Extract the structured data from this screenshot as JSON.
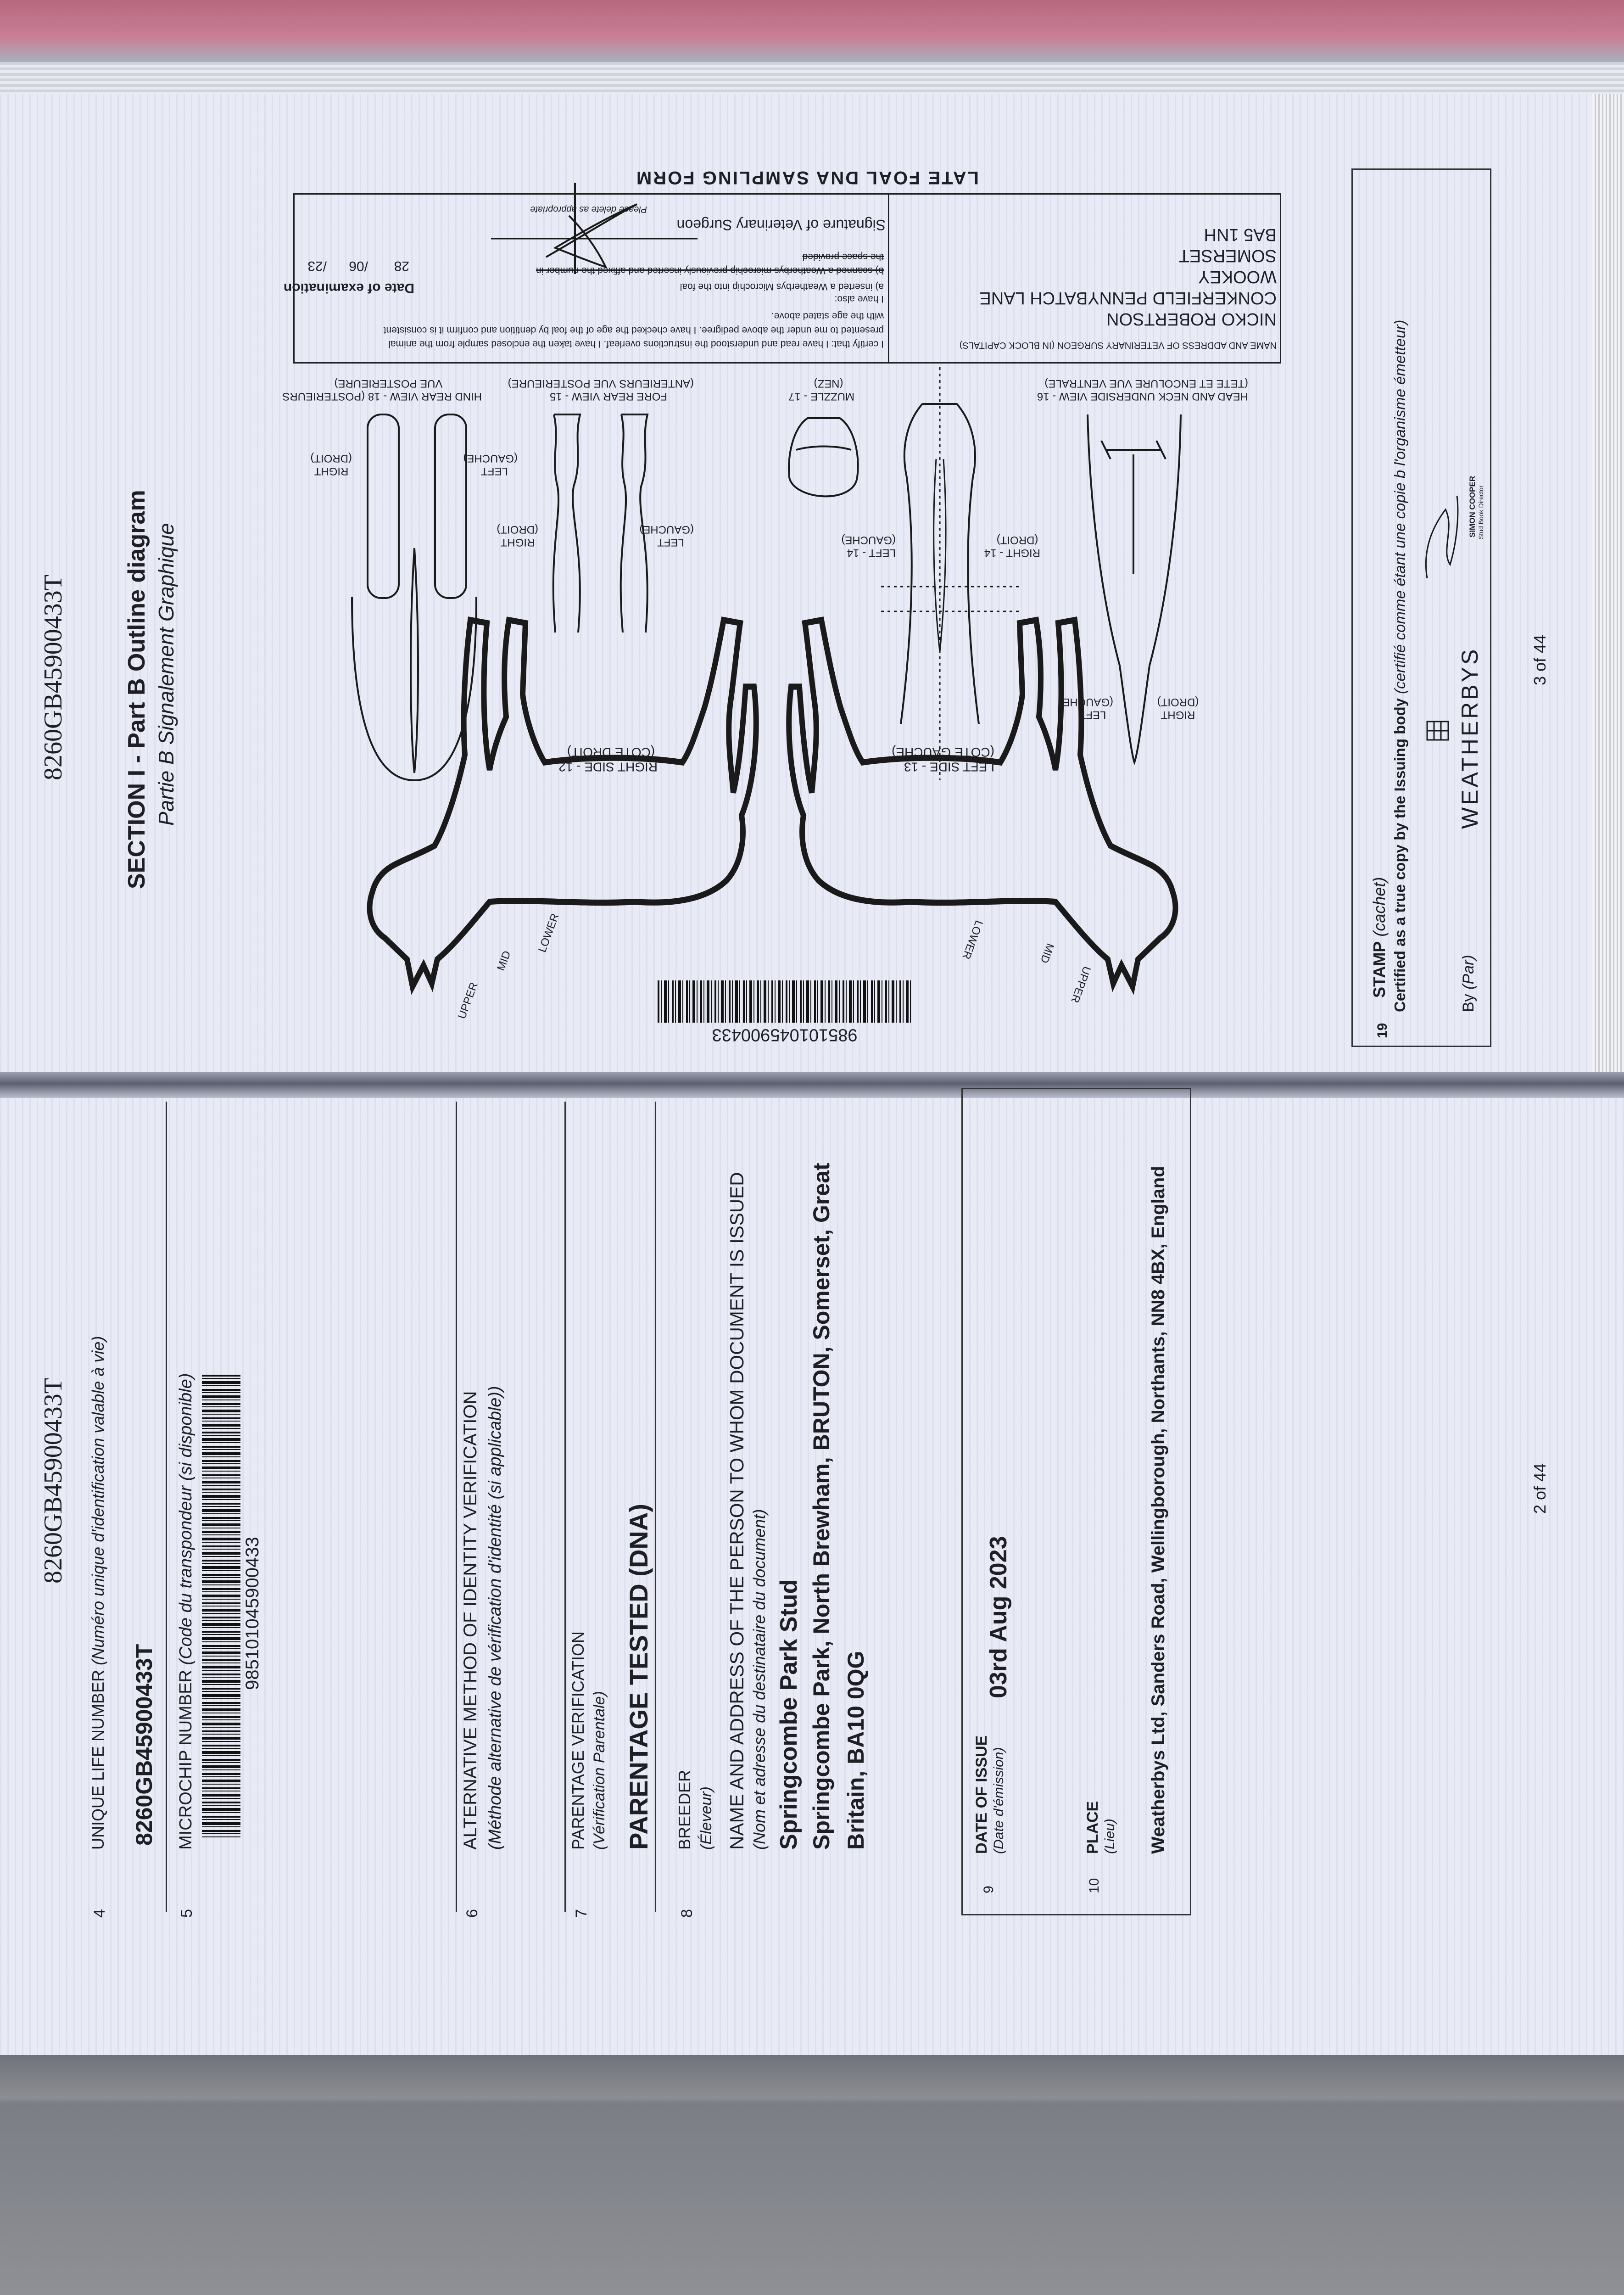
{
  "right_page": {
    "header_id": "8260GB45900433T",
    "section_title": "SECTION I - Part B Outline diagram",
    "section_subtitle": "Partie B Signalement Graphique",
    "vet_form": {
      "title": "LATE FOAL DNA SAMPLING FORM",
      "address_label": "NAME AND ADDRESS OF VETERINARY SURGEON (IN BLOCK CAPITALS)",
      "address_lines": [
        "NICKO ROBERTSON",
        "CONKERFIELD PENNYBATCH LANE",
        "WOOKEY",
        "SOMERSET",
        "BA5 1NH"
      ],
      "certify_lines": [
        "I certify that: I have read and understood the instructions overleaf. I have taken the enclosed sample from the animal",
        "presented to me under the above pedigree. I have checked the age of the foal by dentition and confirm it is consistent",
        "with the age stated above."
      ],
      "also_label": "I have also:",
      "option_a": "a) inserted a Weatherbys Microchip into the foal",
      "option_b": "b) scanned a Weatherbys microchip previously inserted and affixed the number in",
      "option_b_cont": "the space provided",
      "delete_note": "Please delete as appropriate",
      "signature_label": "Signature of Veterinary Surgeon",
      "date_label": "Date of examination",
      "date_day": "28",
      "date_month": "/06",
      "date_year": "/23"
    },
    "diagram_labels": {
      "hind_rear_1": "HIND REAR VIEW - 18 (POSTERIEURS",
      "hind_rear_2": "VUE POSTERIEURE)",
      "fore_rear_1": "FORE REAR VIEW - 15",
      "fore_rear_2": "(ANTERIEURS VUE POSTERIEURE)",
      "muzzle_1": "MUZZLE - 17",
      "muzzle_2": "(NEZ)",
      "head_neck_1": "HEAD AND NECK UNDERSIDE VIEW - 16",
      "head_neck_2": "(TETE ET ENCOLURE VUE VENTRALE)",
      "right": "RIGHT",
      "droit": "(DROIT)",
      "left": "LEFT",
      "gauche": "(GAUCHE)",
      "left_14": "LEFT - 14",
      "right_14": "RIGHT - 14",
      "right_side_1": "RIGHT SIDE - 12",
      "right_side_2": "(COTE DROIT)",
      "left_side_1": "LEFT SIDE - 13",
      "left_side_2": "(COTE GAUCHE)",
      "upper": "UPPER",
      "mid": "MID",
      "lower": "LOWER"
    },
    "barcode_value": "985101045900433",
    "stamp": {
      "num": "19",
      "label": "STAMP",
      "label_fr": "(cachet)",
      "certified": "Certified as a true copy by the Issuing body",
      "certified_fr": "(certifié comme étant une copie b l'organisme émetteur)",
      "by_label": "By",
      "by_fr": "(Par)",
      "logo_text": "WEATHERBYS",
      "signatory_name": "SIMON COOPER",
      "signatory_title": "Stud Book Director"
    },
    "page_number": "3 of 44"
  },
  "left_page": {
    "header_id": "8260GB45900433T",
    "item4": {
      "num": "4",
      "label": "UNIQUE LIFE NUMBER",
      "label_fr": "(Numéro unique d'identification valable à vie)",
      "value": "8260GB45900433T"
    },
    "item5": {
      "num": "5",
      "label": "MICROCHIP NUMBER",
      "label_fr": "(Code du transpondeur (si disponible)",
      "barcode_value": "985101045900433"
    },
    "item6": {
      "num": "6",
      "label": "ALTERNATIVE METHOD OF IDENTITY VERIFICATION",
      "label_fr": "(Méthode alternative de vérification d'identité (si applicable))"
    },
    "item7": {
      "num": "7",
      "label": "PARENTAGE VERIFICATION",
      "label_fr": "(Vérification Parentale)",
      "value": "PARENTAGE TESTED (DNA)"
    },
    "item8": {
      "num": "8",
      "label": "BREEDER",
      "label_fr": "(Éleveur)",
      "sublabel": "NAME AND ADDRESS OF THE PERSON TO WHOM DOCUMENT IS ISSUED",
      "sublabel_fr": "(Nom et adresse du destinataire du document)",
      "name": "Springcombe Park Stud",
      "address_line1": "Springcombe Park, North Brewham, BRUTON, Somerset, Great",
      "address_line2": "Britain, BA10 0QG"
    },
    "item9": {
      "num": "9",
      "label": "DATE OF ISSUE",
      "label_fr": "(Date d'émission)",
      "value": "03rd Aug 2023"
    },
    "item10": {
      "num": "10",
      "label": "PLACE",
      "label_fr": "(Lieu)",
      "value": "Weatherbys Ltd, Sanders Road, Wellingborough, Northants, NN8 4BX, England"
    },
    "page_number": "2 of 44"
  }
}
